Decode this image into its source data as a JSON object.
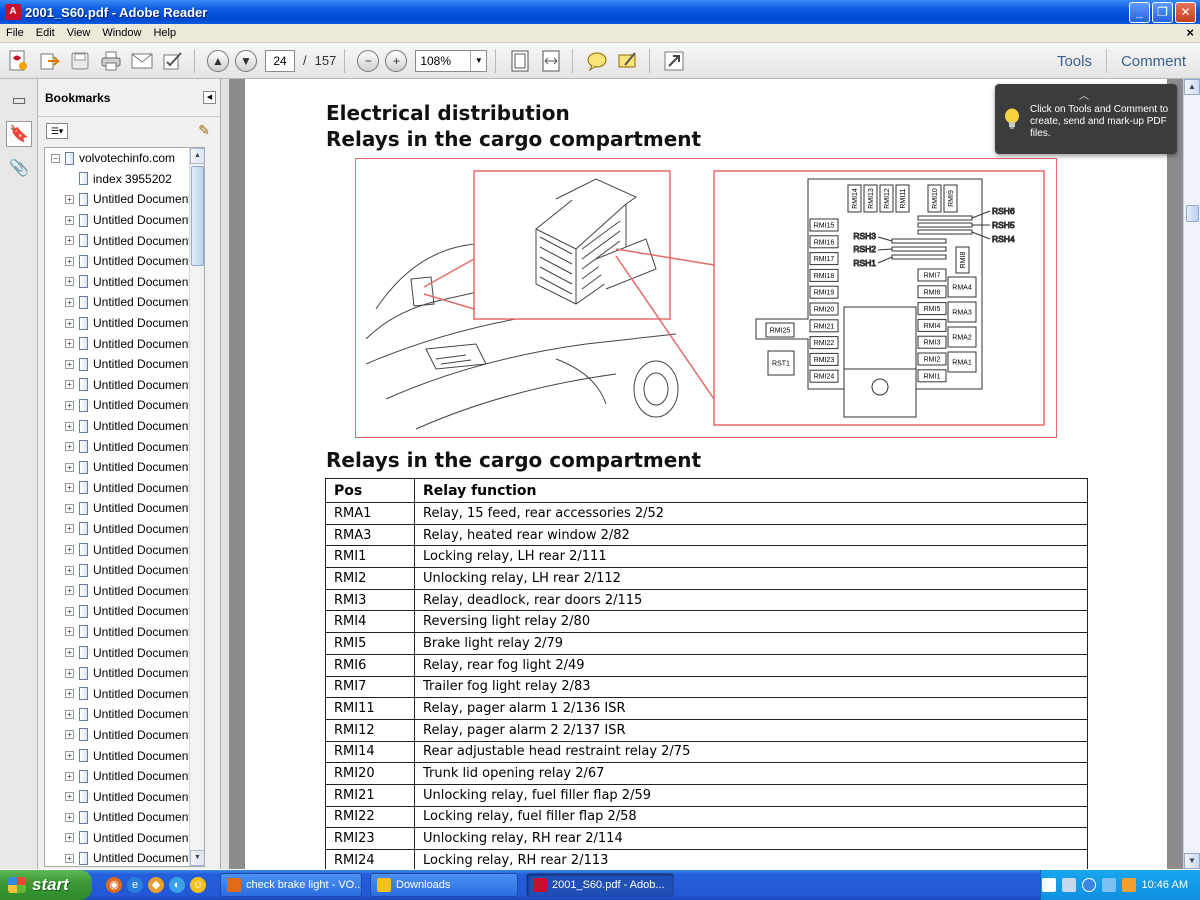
{
  "window": {
    "title": "2001_S60.pdf - Adobe Reader",
    "app_icon": "pdf-icon",
    "btn_minimize": "_",
    "btn_restore": "❐",
    "btn_close": "✕"
  },
  "menu": {
    "items": [
      "File",
      "Edit",
      "View",
      "Window",
      "Help"
    ],
    "close_glyph": "×"
  },
  "toolbar": {
    "current_page": "24",
    "separator": "/",
    "total_pages": "157",
    "zoom": "108%",
    "tools_label": "Tools",
    "comment_label": "Comment"
  },
  "bookmarks": {
    "header": "Bookmarks",
    "root": "volvotechinfo.com",
    "first_child": "index 3955202",
    "item_label": "Untitled Document",
    "item_count": 33
  },
  "tooltip": {
    "text": "Click on Tools and Comment to create, send and mark-up PDF files."
  },
  "document": {
    "heading1": "Electrical distribution",
    "heading2": "Relays in the cargo compartment",
    "table_heading": "Relays in the cargo compartment",
    "table": {
      "headers": [
        "Pos",
        "Relay function"
      ],
      "rows": [
        [
          "RMA1",
          "Relay, 15 feed, rear accessories 2/52"
        ],
        [
          "RMA3",
          "Relay, heated rear window 2/82"
        ],
        [
          "RMI1",
          "Locking relay, LH rear 2/111"
        ],
        [
          "RMI2",
          "Unlocking relay, LH rear 2/112"
        ],
        [
          "RMI3",
          "Relay, deadlock, rear doors 2/115"
        ],
        [
          "RMI4",
          "Reversing light relay 2/80"
        ],
        [
          "RMI5",
          "Brake light relay 2/79"
        ],
        [
          "RMI6",
          "Relay, rear fog light 2/49"
        ],
        [
          "RMI7",
          "Trailer fog light relay 2/83"
        ],
        [
          "RMI11",
          "Relay, pager alarm 1 2/136 ISR"
        ],
        [
          "RMI12",
          "Relay, pager alarm 2 2/137 ISR"
        ],
        [
          "RMI14",
          "Rear adjustable head restraint relay 2/75"
        ],
        [
          "RMI20",
          "Trunk lid opening relay 2/67"
        ],
        [
          "RMI21",
          "Unlocking relay, fuel filler flap 2/59"
        ],
        [
          "RMI22",
          "Locking relay, fuel filler flap 2/58"
        ],
        [
          "RMI23",
          "Unlocking relay, RH rear 2/114"
        ],
        [
          "RMI24",
          "Locking relay, RH rear 2/113"
        ]
      ]
    },
    "diagram": {
      "top_relays": [
        "RMI14",
        "RMI13",
        "RMI12",
        "RMI11",
        "RMI10",
        "RMI9"
      ],
      "left_col": [
        "RMI15",
        "RMI16",
        "RMI17",
        "RMI18",
        "RMI19",
        "RMI20",
        "RMI21",
        "RMI22",
        "RMI23",
        "RMI24"
      ],
      "mid_col": [
        "RMI7",
        "RMI6",
        "RMI5",
        "RMI4",
        "RMI3",
        "RMI2",
        "RMI1"
      ],
      "right_col": [
        "RMA4",
        "RMA3",
        "RMA2",
        "RMA1"
      ],
      "rmi8": "RMI8",
      "rmi25": "RMI25",
      "rst1": "RST1",
      "rsh_left": [
        "RSH3",
        "RSH2",
        "RSH1"
      ],
      "rsh_right": [
        "RSH6",
        "RSH5",
        "RSH4"
      ]
    }
  },
  "taskbar": {
    "start": "start",
    "tasks": [
      "check brake light - VO...",
      "Downloads",
      "2001_S60.pdf - Adob..."
    ],
    "clock": "10:46 AM"
  }
}
